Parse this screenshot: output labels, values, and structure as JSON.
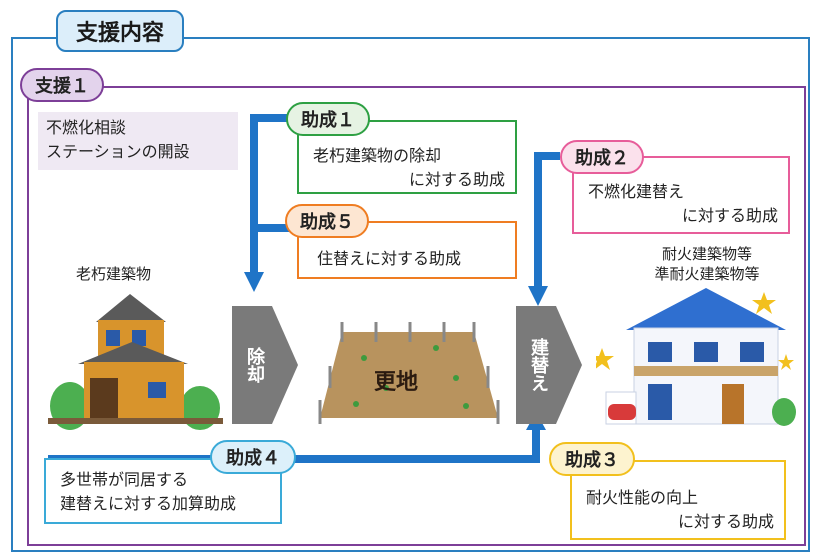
{
  "header": {
    "title": "支援内容"
  },
  "support": {
    "label": "支援１",
    "note_line1": "不燃化相談",
    "note_line2": "ステーションの開設"
  },
  "grants": {
    "g1": {
      "badge": "助成１",
      "line1": "老朽建築物の除却",
      "line2": "に対する助成",
      "color": "#2ea043"
    },
    "g2": {
      "badge": "助成２",
      "line1": "不燃化建替え",
      "line2": "に対する助成",
      "color": "#e75d9a"
    },
    "g3": {
      "badge": "助成３",
      "line1": "耐火性能の向上",
      "line2": "に対する助成",
      "color": "#f2c01d"
    },
    "g4": {
      "badge": "助成４",
      "line1": "多世帯が同居する",
      "line2": "建替えに対する加算助成",
      "color": "#3aaad8"
    },
    "g5": {
      "badge": "助成５",
      "line1": "住替えに対する助成",
      "color": "#ef7d22"
    }
  },
  "labels": {
    "old_building": "老朽建築物",
    "new_building_line1": "耐火建築物等",
    "new_building_line2": "準耐火建築物等",
    "lot": "更地"
  },
  "steps": {
    "demolish": "除却",
    "rebuild": "建替え"
  },
  "colors": {
    "blue": "#2a7fc0",
    "purple": "#7d3f98",
    "arrow_gray": "#7a7a7a"
  }
}
